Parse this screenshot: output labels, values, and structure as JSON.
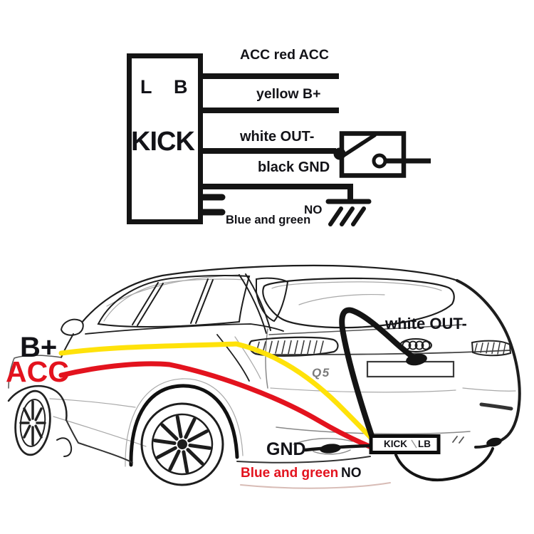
{
  "colors": {
    "line_black": "#141414",
    "wire_yellow": "#ffe20a",
    "wire_red": "#e3131e",
    "badge_gray": "#7a7a7a"
  },
  "module_diagram": {
    "box_title": "KICK",
    "terminal_left": "L",
    "terminal_right": "B",
    "wire_labels": {
      "acc": "ACC red ACC",
      "bplus": "yellow B+",
      "out": "white OUT-",
      "gnd": "black GND",
      "no": "NO",
      "blue_green": "Blue and green"
    }
  },
  "car_diagram": {
    "badge": "Q5",
    "labels": {
      "bplus": "B+",
      "acc": "ACC",
      "white_out": "white OUT-",
      "gnd": "GND",
      "blue_green": "Blue and green",
      "no": "NO",
      "sensor_kick": "KICK",
      "sensor_lb": "LB"
    }
  }
}
